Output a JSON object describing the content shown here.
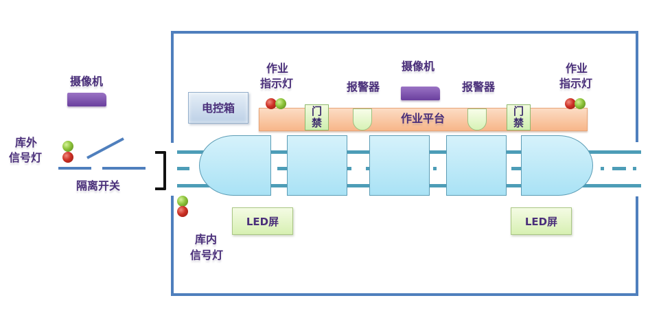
{
  "title": "库内作业安全防护系统示意图",
  "outside": {
    "camera_label": "摄像机",
    "signal_label_line1": "库外",
    "signal_label_line2": "信号灯",
    "switch_label": "隔离开关"
  },
  "inside": {
    "control_box_label": "电控箱",
    "work_lamp_left_line1": "作业",
    "work_lamp_left_line2": "指示灯",
    "work_lamp_right_line1": "作业",
    "work_lamp_right_line2": "指示灯",
    "alarm_left_label": "报警器",
    "alarm_right_label": "报警器",
    "camera_label": "摄像机",
    "platform_label": "作业平台",
    "gate_left_label": "门禁",
    "gate_right_label": "门禁",
    "led_left_label": "LED屏",
    "led_right_label": "LED屏",
    "inner_signal_line1": "库内",
    "inner_signal_line2": "信号灯"
  },
  "train": {
    "car_count": 5
  },
  "colors": {
    "frame": "#4f7fbd",
    "label_text": "#4a2f7a",
    "rail": "#4d9db7",
    "car_fill": "#bfe9f7",
    "platform": "#f7b689",
    "gate": "#cfeeb0",
    "camera": "#6a3f9e",
    "lamp_red": "#cc2f24",
    "lamp_green": "#8cc33a"
  }
}
